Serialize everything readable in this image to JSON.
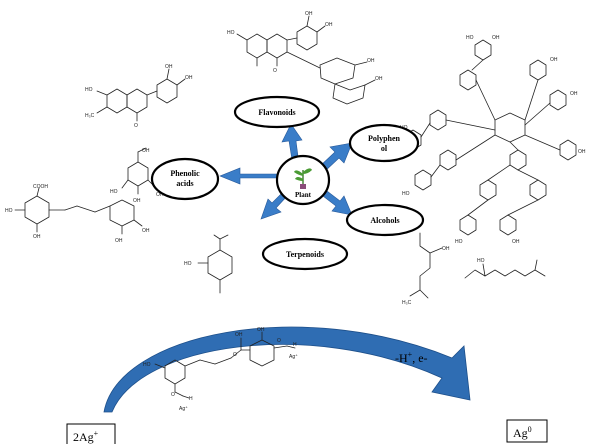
{
  "center": {
    "label": "Plant"
  },
  "nodes": [
    {
      "id": "flavonoids",
      "label_lines": [
        "Flavonoids"
      ]
    },
    {
      "id": "polyphenol",
      "label_lines": [
        "Polyphen",
        "ol"
      ]
    },
    {
      "id": "phenolic",
      "label_lines": [
        "Phenolic",
        "acids"
      ]
    },
    {
      "id": "alcohols",
      "label_lines": [
        "Alcohols"
      ]
    },
    {
      "id": "terpenoids",
      "label_lines": [
        "Terpenoids"
      ]
    }
  ],
  "reaction": {
    "reactant": "2Ag",
    "reactant_sup": "+",
    "product": "Ag",
    "product_sup": "0",
    "conditions": "-H",
    "conditions_sup": "+",
    "conditions_tail": ", e-"
  },
  "molecule_labels": {
    "oh": "OH",
    "ho": "HO",
    "o": "O",
    "h": "H",
    "cooh": "COOH",
    "ag_plus": "Ag⁺",
    "h3c": "H₃C",
    "ch3": "H₃C"
  },
  "colors": {
    "arrow_blue": "#2f6db3",
    "node_border": "#000000"
  }
}
